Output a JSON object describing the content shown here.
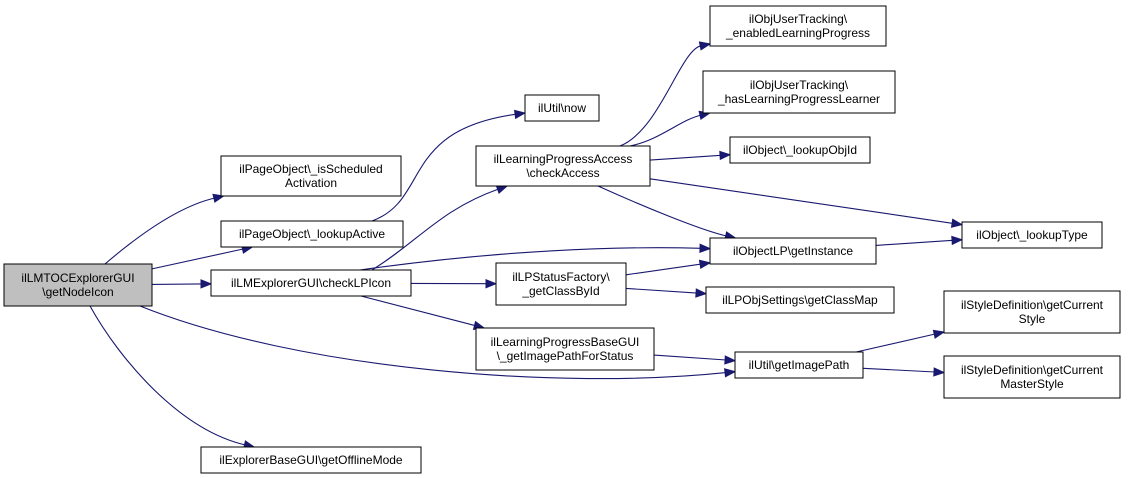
{
  "diagram": {
    "nodes": [
      {
        "id": "root",
        "lines": [
          "ilLMTOCExplorerGUI",
          "\\getNodeIcon"
        ],
        "root": true
      },
      {
        "id": "isScheduled",
        "lines": [
          "ilPageObject\\_isScheduled",
          "Activation"
        ]
      },
      {
        "id": "lookupActive",
        "lines": [
          "ilPageObject\\_lookupActive"
        ]
      },
      {
        "id": "checkLPIcon",
        "lines": [
          "ilLMExplorerGUI\\checkLPIcon"
        ]
      },
      {
        "id": "getOfflineMode",
        "lines": [
          "ilExplorerBaseGUI\\getOfflineMode"
        ]
      },
      {
        "id": "utilNow",
        "lines": [
          "ilUtil\\now"
        ]
      },
      {
        "id": "checkAccess",
        "lines": [
          "ilLearningProgressAccess",
          "\\checkAccess"
        ]
      },
      {
        "id": "getClassById",
        "lines": [
          "ilLPStatusFactory\\",
          "_getClassById"
        ]
      },
      {
        "id": "getImagePathForStatus",
        "lines": [
          "ilLearningProgressBaseGUI",
          "\\_getImagePathForStatus"
        ]
      },
      {
        "id": "enabledLP",
        "lines": [
          "ilObjUserTracking\\",
          "_enabledLearningProgress"
        ]
      },
      {
        "id": "hasLPLearner",
        "lines": [
          "ilObjUserTracking\\",
          "_hasLearningProgressLearner"
        ]
      },
      {
        "id": "lookupObjId",
        "lines": [
          "ilObject\\_lookupObjId"
        ]
      },
      {
        "id": "getInstance",
        "lines": [
          "ilObjectLP\\getInstance"
        ]
      },
      {
        "id": "getClassMap",
        "lines": [
          "ilLPObjSettings\\getClassMap"
        ]
      },
      {
        "id": "getImagePath",
        "lines": [
          "ilUtil\\getImagePath"
        ]
      },
      {
        "id": "lookupType",
        "lines": [
          "ilObject\\_lookupType"
        ]
      },
      {
        "id": "getCurrentStyle",
        "lines": [
          "ilStyleDefinition\\getCurrent",
          "Style"
        ]
      },
      {
        "id": "getCurrentMasterStyle",
        "lines": [
          "ilStyleDefinition\\getCurrent",
          "MasterStyle"
        ]
      }
    ],
    "edges": [
      [
        "root",
        "isScheduled"
      ],
      [
        "root",
        "lookupActive"
      ],
      [
        "root",
        "checkLPIcon"
      ],
      [
        "root",
        "getImagePath"
      ],
      [
        "root",
        "getOfflineMode"
      ],
      [
        "lookupActive",
        "utilNow"
      ],
      [
        "checkLPIcon",
        "checkAccess"
      ],
      [
        "checkLPIcon",
        "getInstance"
      ],
      [
        "checkLPIcon",
        "getClassById"
      ],
      [
        "checkLPIcon",
        "getImagePathForStatus"
      ],
      [
        "checkAccess",
        "enabledLP"
      ],
      [
        "checkAccess",
        "hasLPLearner"
      ],
      [
        "checkAccess",
        "lookupObjId"
      ],
      [
        "checkAccess",
        "getInstance"
      ],
      [
        "checkAccess",
        "lookupType"
      ],
      [
        "getClassById",
        "getInstance"
      ],
      [
        "getClassById",
        "getClassMap"
      ],
      [
        "getInstance",
        "lookupType"
      ],
      [
        "getImagePathForStatus",
        "getImagePath"
      ],
      [
        "getImagePath",
        "getCurrentStyle"
      ],
      [
        "getImagePath",
        "getCurrentMasterStyle"
      ]
    ]
  }
}
